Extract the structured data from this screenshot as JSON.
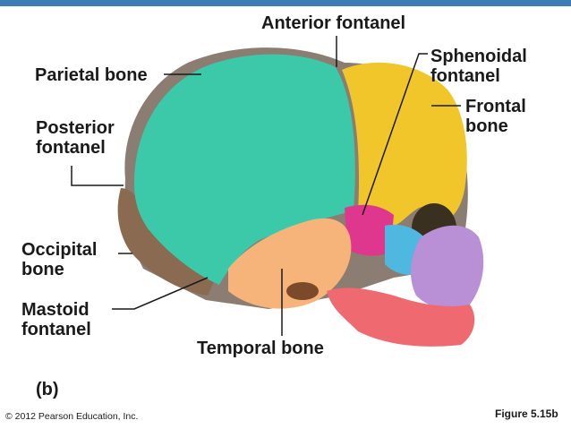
{
  "labels": {
    "anterior_fontanel": "Anterior fontanel",
    "sphenoidal_fontanel": "Sphenoidal\nfontanel",
    "frontal_bone": "Frontal\nbone",
    "parietal_bone": "Parietal bone",
    "posterior_fontanel": "Posterior\nfontanel",
    "occipital_bone": "Occipital\nbone",
    "mastoid_fontanel": "Mastoid\nfontanel",
    "temporal_bone": "Temporal bone",
    "panel": "(b)"
  },
  "footer": {
    "copyright": "© 2012 Pearson Education, Inc.",
    "figure": "Figure 5.15b"
  },
  "colors": {
    "accent_bar": "#3d7bb5",
    "parietal": "#3cc9a9",
    "frontal": "#f0c62a",
    "temporal": "#f7b47a",
    "occipital": "#8a6a50",
    "fontanel": "#8b7d72",
    "sphenoid": "#e0378e",
    "maxilla": "#b98fd6",
    "mandible": "#ef6a70",
    "nasal": "#4fb8e0"
  }
}
